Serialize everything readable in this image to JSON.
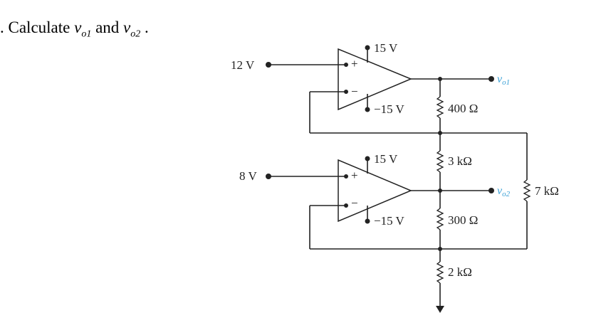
{
  "question": {
    "prefix": ". Calculate ",
    "var1": "v",
    "var1_sub": "o1",
    "conjunction": " and ",
    "var2": "v",
    "var2_sub": "o2",
    "suffix": " ."
  },
  "circuit": {
    "input_top": "12 V",
    "input_bottom": "8 V",
    "supply_pos_top": "15 V",
    "supply_neg_top": "−15 V",
    "supply_pos_bottom": "15 V",
    "supply_neg_bottom": "−15 V",
    "plus_sign": "+",
    "minus_sign": "−",
    "out_top_v": "v",
    "out_top_sub": "o1",
    "out_bottom_v": "v",
    "out_bottom_sub": "o2",
    "r400": "400 Ω",
    "r3k": "3 kΩ",
    "r7k": "7 kΩ",
    "r300": "300 Ω",
    "r2k": "2 kΩ",
    "output_label_color": "#3aa0d6"
  }
}
